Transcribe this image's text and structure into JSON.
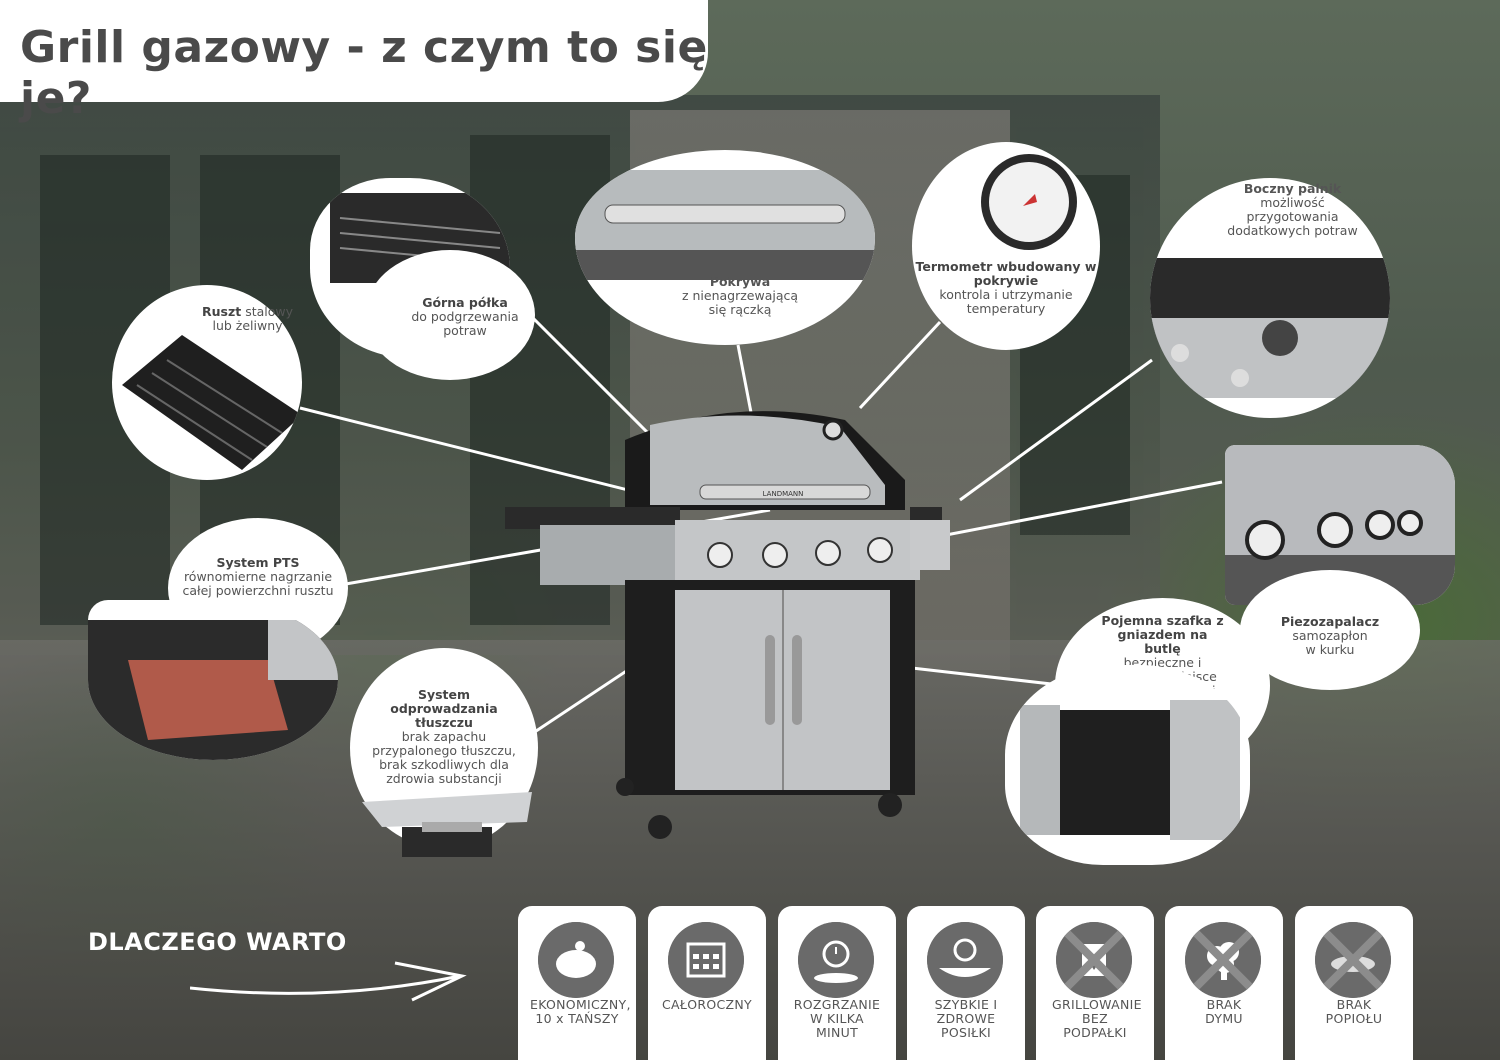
{
  "title": "Grill gazowy - z czym to się je?",
  "features": {
    "ruszt": {
      "bold": "Ruszt",
      "text": "stalowy lub żeliwny"
    },
    "polka": {
      "bold": "Górna półka",
      "text": "do podgrzewania potraw"
    },
    "pokrywa": {
      "bold": "Pokrywa",
      "text": "z nienagrzewającą się rączką"
    },
    "termometr": {
      "bold": "Termometr wbudowany w pokrywie",
      "text": "kontrola i utrzymanie temperatury"
    },
    "palnik": {
      "bold": "Boczny palnik",
      "text": "możliwość przygotowania dodatkowych potraw"
    },
    "pts": {
      "bold": "System PTS",
      "text": "równomierne nagrzanie całej powierzchni rusztu"
    },
    "tluszcz": {
      "bold": "System odprowadzania tłuszczu",
      "text": "brak zapachu przypalonego tłuszczu, brak szkodliwych dla zdrowia substancji"
    },
    "szafka": {
      "bold": "Pojemna szafka z gniazdem na butlę",
      "text": "bezpieczne i wygodne miejsce dla butli gazowej"
    },
    "piezo": {
      "bold": "Piezozapalacz",
      "text": "samozapłon w kurku"
    }
  },
  "logo_text": "LANDMANN",
  "why_label": "DLACZEGO WARTO",
  "tiles": [
    {
      "label": "EKONOMICZNY, 10 x TAŃSZY",
      "icon": "piggy-bank-icon"
    },
    {
      "label": "CAŁOROCZNY",
      "icon": "calendar-icon"
    },
    {
      "label": "ROZGRZANIE W KILKA MINUT",
      "icon": "stopwatch-grill-icon"
    },
    {
      "label": "SZYBKIE I ZDROWE POSIŁKI",
      "icon": "stopwatch-plate-icon"
    },
    {
      "label": "GRILLOWANIE BEZ PODPAŁKI",
      "icon": "no-lighter-icon"
    },
    {
      "label": "BRAK DYMU",
      "icon": "no-smoke-icon"
    },
    {
      "label": "BRAK POPIOŁU",
      "icon": "no-ash-icon"
    }
  ],
  "colors": {
    "icon_circle": "#6a6a6a",
    "cross": "#8c8c8c",
    "text": "#555555",
    "title": "#4a4a4a"
  }
}
